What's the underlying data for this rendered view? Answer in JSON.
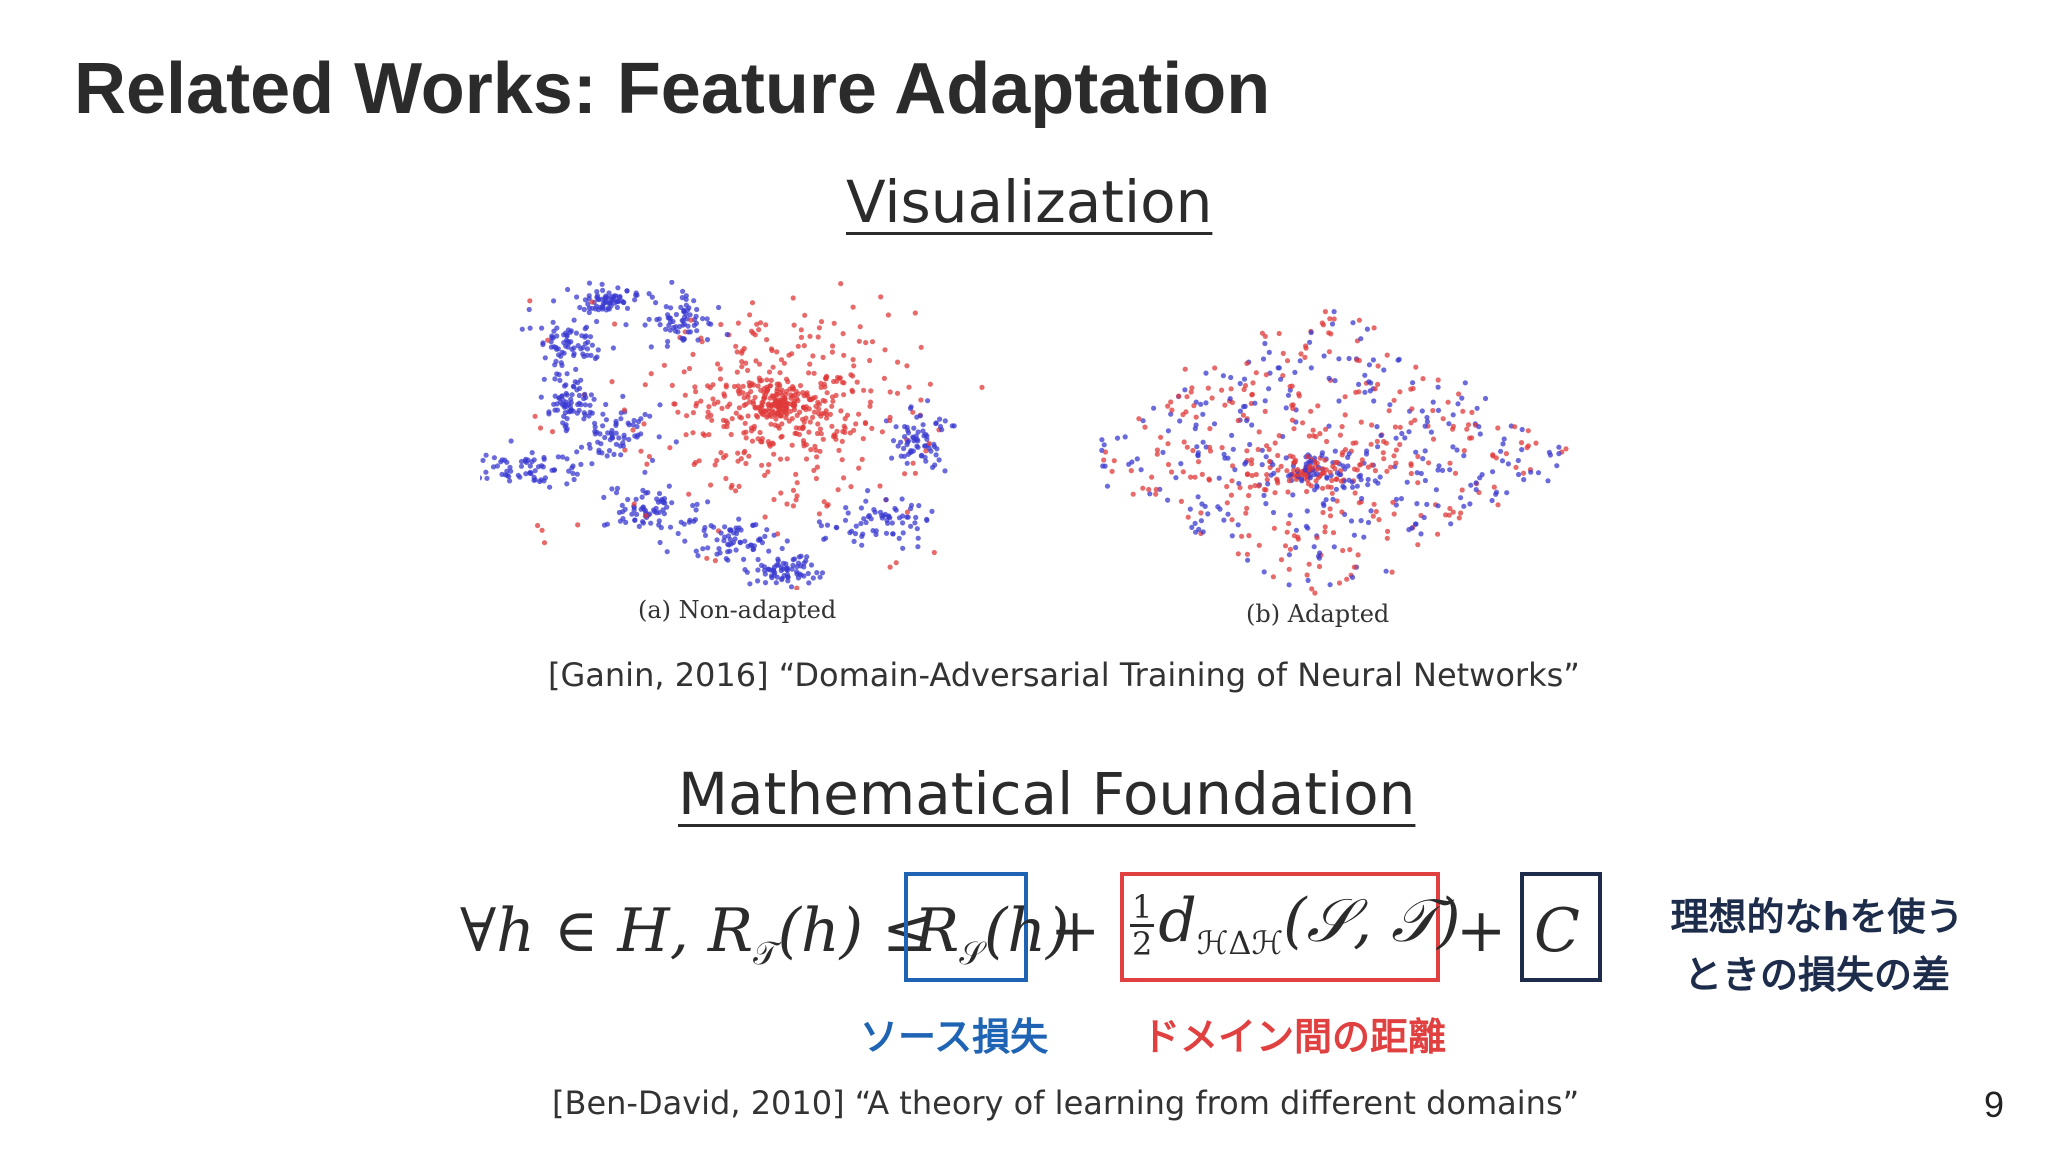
{
  "slide": {
    "title": "Related Works: Feature Adaptation",
    "page_number": "9"
  },
  "visualization": {
    "heading": "Visualization",
    "plots": [
      {
        "caption": "(a) Non-adapted"
      },
      {
        "caption": "(b) Adapted"
      }
    ],
    "citation": "[Ganin, 2016] “Domain-Adversarial Training of Neural Networks”",
    "colors": {
      "source": "#3a3ad0",
      "target": "#e03a3a"
    }
  },
  "math": {
    "heading": "Mathematical Foundation",
    "formula": {
      "prefix": "∀h ∈ H, R",
      "prefix_sub": "𝒯",
      "prefix_tail": "(h) ≤",
      "source_term": "R",
      "source_sub": "𝒮",
      "source_tail": "(h)",
      "plus1": "+",
      "frac_num": "1",
      "frac_den": "2",
      "domain_term": "d",
      "domain_sub": "ℋΔℋ",
      "domain_tail": "(𝒮, 𝒯)",
      "plus2": "+",
      "const_term": "C"
    },
    "labels": {
      "source": "ソース損失",
      "domain": "ドメイン間の距離",
      "ideal": "理想的なhを使うときの損失の差"
    },
    "citation": "[Ben-David, 2010] “A theory of learning from different domains”"
  }
}
